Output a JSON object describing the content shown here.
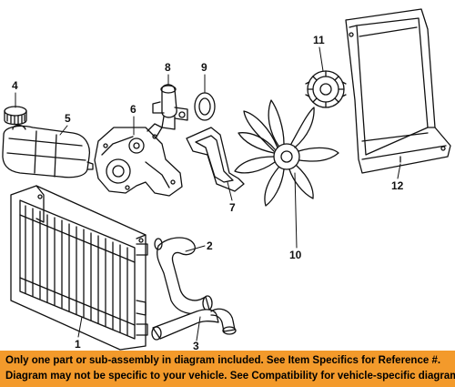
{
  "colors": {
    "banner_bg": "#f39a2b",
    "line": "#111111"
  },
  "callouts": {
    "c1": "1",
    "c2": "2",
    "c3": "3",
    "c4": "4",
    "c5": "5",
    "c6": "6",
    "c7": "7",
    "c8": "8",
    "c9": "9",
    "c10": "10",
    "c11": "11",
    "c12": "12"
  },
  "banner": {
    "line1": "Only one part or sub-assembly in diagram included. See Item Specifics for Reference #.",
    "line2": "Diagram may not be specific to your vehicle. See Compatibility for vehicle-specific diagrams."
  }
}
